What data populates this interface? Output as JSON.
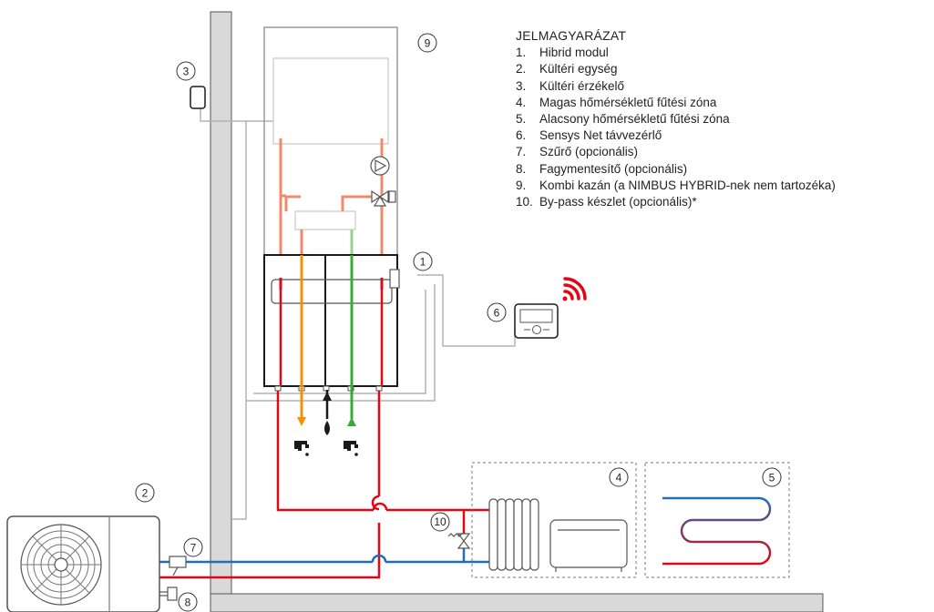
{
  "legend": {
    "title": "JELMAGYARÁZAT",
    "items": [
      {
        "num": "1.",
        "text": "Hibrid modul"
      },
      {
        "num": "2.",
        "text": "Kültéri egység"
      },
      {
        "num": "3.",
        "text": "Kültéri érzékelő"
      },
      {
        "num": "4.",
        "text": "Magas hőmérsékletű fűtési zóna"
      },
      {
        "num": "5.",
        "text": "Alacsony hőmérsékletű fűtési zóna"
      },
      {
        "num": "6.",
        "text": "Sensys Net távvezérlő"
      },
      {
        "num": "7.",
        "text": "Szűrő (opcionális)"
      },
      {
        "num": "8.",
        "text": "Fagymentesítő (opcionális)"
      },
      {
        "num": "9.",
        "text": "Kombi kazán (a NIMBUS HYBRID-nek nem tartozéka)"
      },
      {
        "num": "10.",
        "text": "By-pass készlet (opcionális)*"
      }
    ]
  },
  "callouts": {
    "c1": "1",
    "c2": "2",
    "c3": "3",
    "c4": "4",
    "c5": "5",
    "c6": "6",
    "c7": "7",
    "c8": "8",
    "c9": "9",
    "c10": "10"
  },
  "colors": {
    "hot": "#e30613",
    "cold": "#1f6fb5",
    "warm": "#f39200",
    "green": "#3aaa35",
    "salmon": "#f08a6c",
    "lightgreen": "#9bd08f",
    "wall": "#d9d9d9",
    "wire": "#b3b3b3",
    "outline": "#1a1a1a",
    "wifi": "#e30613"
  }
}
